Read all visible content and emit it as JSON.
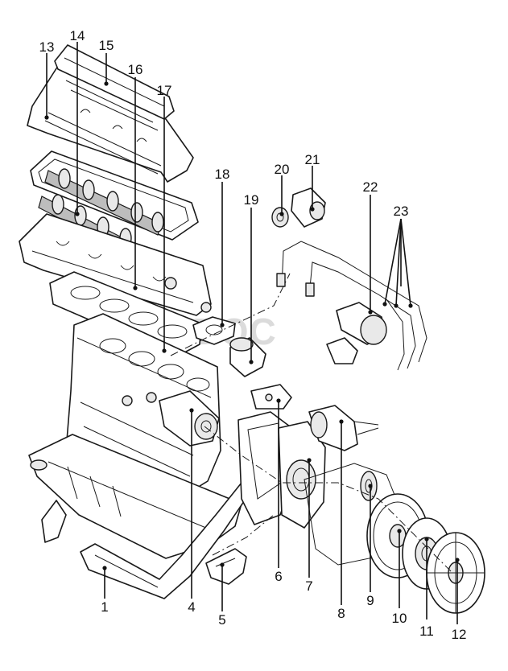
{
  "diagram": {
    "watermark": "AUTODOC",
    "callouts": [
      {
        "id": "1",
        "label": "1"
      },
      {
        "id": "4",
        "label": "4"
      },
      {
        "id": "5",
        "label": "5"
      },
      {
        "id": "6",
        "label": "6"
      },
      {
        "id": "7",
        "label": "7"
      },
      {
        "id": "8",
        "label": "8"
      },
      {
        "id": "9",
        "label": "9"
      },
      {
        "id": "10",
        "label": "10"
      },
      {
        "id": "11",
        "label": "11"
      },
      {
        "id": "12",
        "label": "12"
      },
      {
        "id": "13",
        "label": "13"
      },
      {
        "id": "14",
        "label": "14"
      },
      {
        "id": "15",
        "label": "15"
      },
      {
        "id": "16",
        "label": "16"
      },
      {
        "id": "17",
        "label": "17"
      },
      {
        "id": "18",
        "label": "18"
      },
      {
        "id": "19",
        "label": "19"
      },
      {
        "id": "20",
        "label": "20"
      },
      {
        "id": "21",
        "label": "21"
      },
      {
        "id": "22",
        "label": "22"
      },
      {
        "id": "23",
        "label": "23"
      }
    ]
  }
}
